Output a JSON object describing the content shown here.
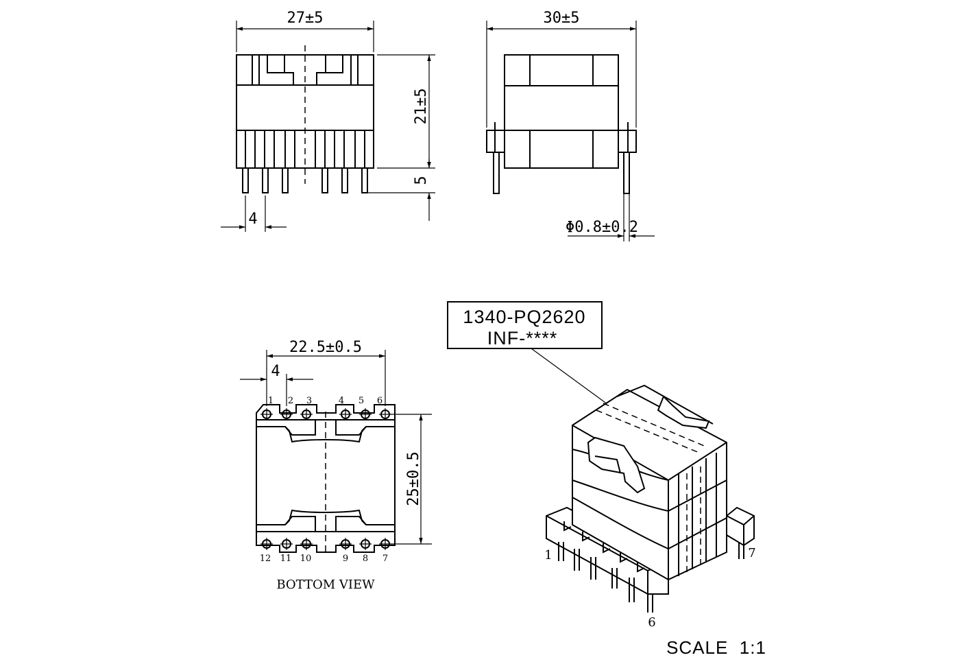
{
  "front_view": {
    "width_dim": "27±5",
    "height_dim": "21±5",
    "pin_length_dim": "5",
    "pin_pitch_dim": "4"
  },
  "side_view": {
    "width_dim": "30±5",
    "pin_diameter_dim": "Φ0.8±0.2"
  },
  "bottom_view": {
    "pin_span_dim": "22.5±0.5",
    "pin_pitch_dim": "4",
    "height_dim": "25±0.5",
    "title": "BOTTOM VIEW",
    "top_pins": [
      "1",
      "2",
      "3",
      "4",
      "5",
      "6"
    ],
    "bottom_pins": [
      "12",
      "11",
      "10",
      "9",
      "8",
      "7"
    ]
  },
  "iso_view": {
    "part_number": "1340-PQ2620",
    "marking": "INF-****",
    "pin_labels": [
      "1",
      "7",
      "6"
    ]
  },
  "scale": "SCALE  1:1"
}
